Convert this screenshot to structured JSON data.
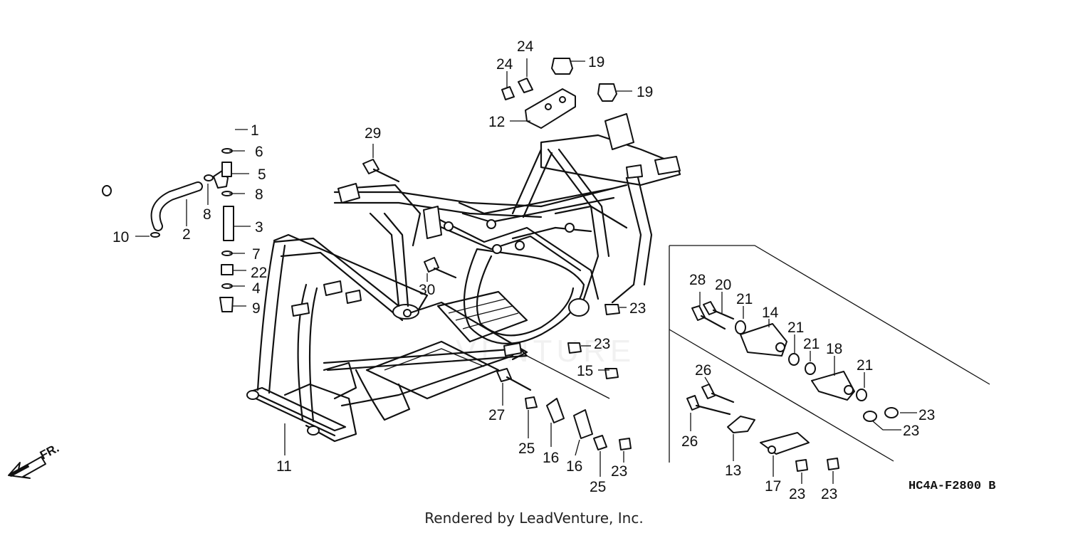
{
  "callouts": {
    "c1": "1",
    "c2": "2",
    "c3": "3",
    "c4": "4",
    "c5": "5",
    "c6": "6",
    "c7": "7",
    "c8a": "8",
    "c8b": "8",
    "c9": "9",
    "c10": "10",
    "c11": "11",
    "c12": "12",
    "c13": "13",
    "c14": "14",
    "c15": "15",
    "c16a": "16",
    "c16b": "16",
    "c17": "17",
    "c18": "18",
    "c19a": "19",
    "c19b": "19",
    "c20": "20",
    "c21a": "21",
    "c21b": "21",
    "c21c": "21",
    "c21d": "21",
    "c22": "22",
    "c23a": "23",
    "c23b": "23",
    "c23c": "23",
    "c23d": "23",
    "c23e": "23",
    "c23f": "23",
    "c23g": "23",
    "c24a": "24",
    "c24b": "24",
    "c25a": "25",
    "c25b": "25",
    "c26a": "26",
    "c26b": "26",
    "c27": "27",
    "c28": "28",
    "c29": "29",
    "c30": "30"
  },
  "diagram_code": "HC4A-F2800 B",
  "front_label": "FR.",
  "watermark": "VENTURE",
  "credit": "Rendered by LeadVenture, Inc."
}
